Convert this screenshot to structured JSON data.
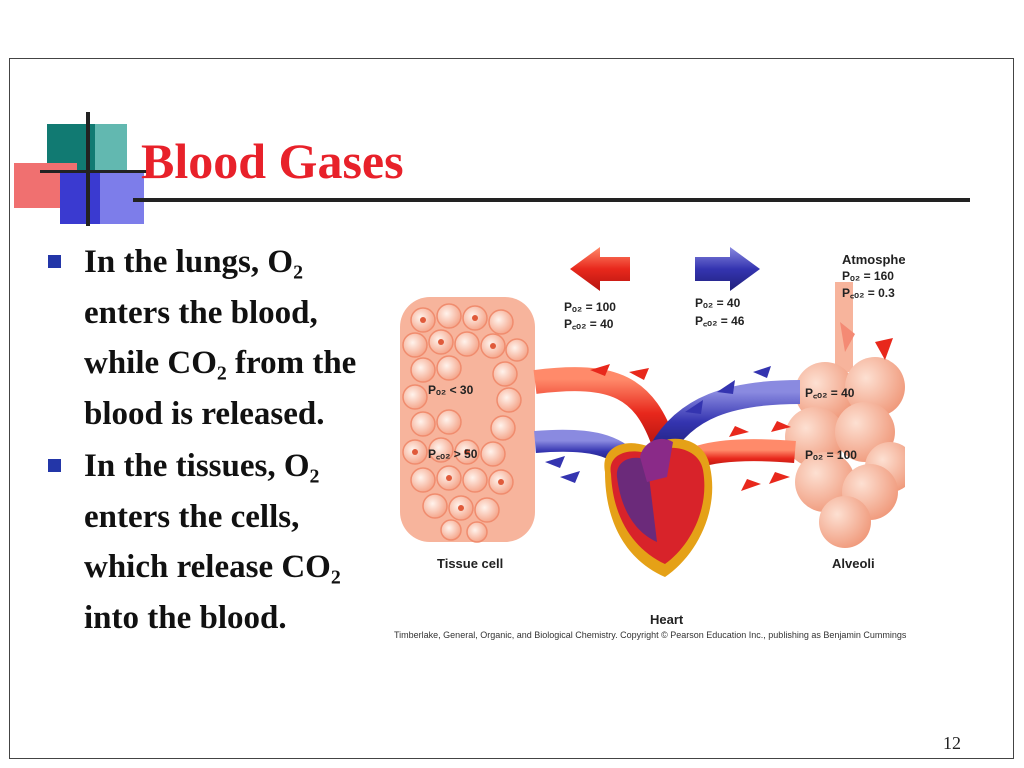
{
  "slide": {
    "title": "Blood Gases",
    "page_number": "12",
    "colors": {
      "title": "#e8212a",
      "bullet_marker": "#2336a8",
      "rule": "#222222"
    }
  },
  "bullets": [
    {
      "text": "In the lungs, O₂ enters the blood, while CO₂ from the blood is released."
    },
    {
      "text": "In the tissues, O₂ enters the cells, which release CO₂ into the blood."
    }
  ],
  "diagram": {
    "labels": {
      "tissue_cell": "Tissue cell",
      "alveoli": "Alveoli",
      "heart": "Heart",
      "atmosphere": "Atmosphere"
    },
    "atmosphere": {
      "po2": "Pₒ₂ = 160",
      "pco2": "P꜀ₒ₂ = 0.3"
    },
    "arterial": {
      "po2": "Pₒ₂ = 100",
      "pco2": "P꜀ₒ₂ = 40"
    },
    "venous": {
      "po2": "Pₒ₂ = 40",
      "pco2": "P꜀ₒ₂ = 46"
    },
    "tissue": {
      "po2": "Pₒ₂ < 30",
      "pco2": "P꜀ₒ₂ > 50"
    },
    "alveoli_values": {
      "pco2": "P꜀ₒ₂ = 40",
      "po2": "Pₒ₂ = 100"
    },
    "credit": "Timberlake, General, Organic, and Biological Chemistry. Copyright © Pearson Education Inc., publishing as Benjamin Cummings"
  }
}
